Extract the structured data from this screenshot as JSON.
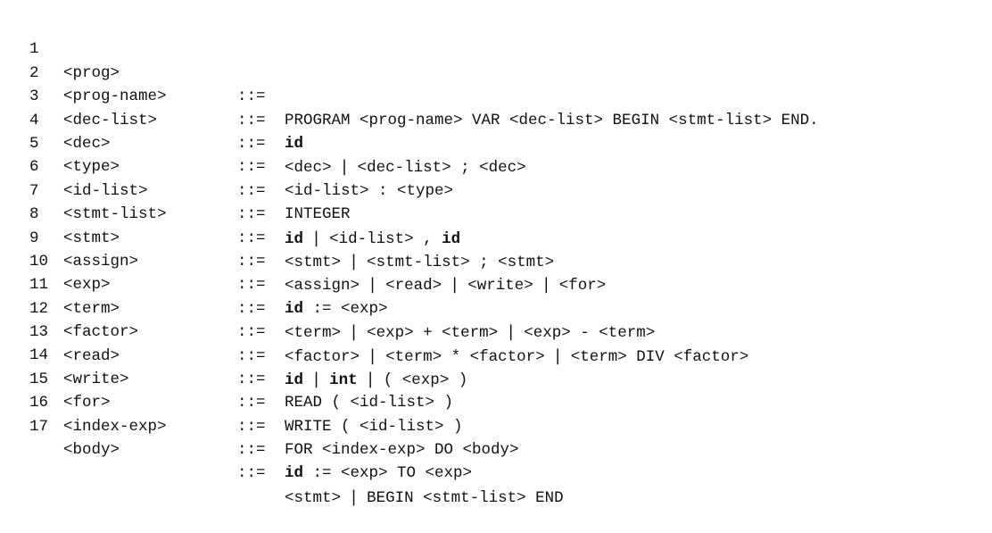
{
  "rules": [
    {
      "num": "1",
      "lhs": "<prog>",
      "op": "::=",
      "rhs": [
        {
          "t": "PROGRAM <prog-name> VAR <dec-list> BEGIN <stmt-list> END."
        }
      ]
    },
    {
      "num": "2",
      "lhs": "<prog-name>",
      "op": "::=",
      "rhs": [
        {
          "t": "id",
          "b": true
        }
      ]
    },
    {
      "num": "3",
      "lhs": "<dec-list>",
      "op": "::=",
      "rhs": [
        {
          "t": "<dec> "
        },
        {
          "t": "|",
          "s": true
        },
        {
          "t": " <dec-list> ; <dec>"
        }
      ]
    },
    {
      "num": "4",
      "lhs": "<dec>",
      "op": "::=",
      "rhs": [
        {
          "t": "<id-list> : <type>"
        }
      ]
    },
    {
      "num": "5",
      "lhs": "<type>",
      "op": "::=",
      "rhs": [
        {
          "t": "INTEGER"
        }
      ]
    },
    {
      "num": "6",
      "lhs": "<id-list>",
      "op": "::=",
      "rhs": [
        {
          "t": "id",
          "b": true
        },
        {
          "t": " "
        },
        {
          "t": "|",
          "s": true
        },
        {
          "t": " <id-list> , "
        },
        {
          "t": "id",
          "b": true
        }
      ]
    },
    {
      "num": "7",
      "lhs": "<stmt-list>",
      "op": "::=",
      "rhs": [
        {
          "t": "<stmt> "
        },
        {
          "t": "|",
          "s": true
        },
        {
          "t": " <stmt-list> ; <stmt>"
        }
      ]
    },
    {
      "num": "8",
      "lhs": "<stmt>",
      "op": "::=",
      "rhs": [
        {
          "t": "<assign> "
        },
        {
          "t": "|",
          "s": true
        },
        {
          "t": " <read> "
        },
        {
          "t": "|",
          "s": true
        },
        {
          "t": " <write> "
        },
        {
          "t": "|",
          "s": true
        },
        {
          "t": " <for>"
        }
      ]
    },
    {
      "num": "9",
      "lhs": "<assign>",
      "op": "::=",
      "rhs": [
        {
          "t": "id",
          "b": true
        },
        {
          "t": " := <exp>"
        }
      ]
    },
    {
      "num": "10",
      "lhs": "<exp>",
      "op": "::=",
      "rhs": [
        {
          "t": "<term> "
        },
        {
          "t": "|",
          "s": true
        },
        {
          "t": " <exp> + <term> "
        },
        {
          "t": "|",
          "s": true
        },
        {
          "t": " <exp> - <term>"
        }
      ]
    },
    {
      "num": "11",
      "lhs": "<term>",
      "op": "::=",
      "rhs": [
        {
          "t": "<factor> "
        },
        {
          "t": "|",
          "s": true
        },
        {
          "t": " <term> * <factor> "
        },
        {
          "t": "|",
          "s": true
        },
        {
          "t": " <term> DIV <factor>"
        }
      ]
    },
    {
      "num": "12",
      "lhs": "<factor>",
      "op": "::=",
      "rhs": [
        {
          "t": "id",
          "b": true
        },
        {
          "t": " "
        },
        {
          "t": "|",
          "s": true
        },
        {
          "t": " "
        },
        {
          "t": "int",
          "b": true
        },
        {
          "t": " "
        },
        {
          "t": "|",
          "s": true
        },
        {
          "t": " ( <exp> )"
        }
      ]
    },
    {
      "num": "13",
      "lhs": "<read>",
      "op": "::=",
      "rhs": [
        {
          "t": "READ ( <id-list> )"
        }
      ]
    },
    {
      "num": "14",
      "lhs": "<write>",
      "op": "::=",
      "rhs": [
        {
          "t": "WRITE ( <id-list> )"
        }
      ]
    },
    {
      "num": "15",
      "lhs": "<for>",
      "op": "::=",
      "rhs": [
        {
          "t": "FOR <index-exp> DO <body>"
        }
      ]
    },
    {
      "num": "16",
      "lhs": "<index-exp>",
      "op": "::=",
      "rhs": [
        {
          "t": "id",
          "b": true
        },
        {
          "t": " := <exp> TO <exp>"
        }
      ]
    },
    {
      "num": "17",
      "lhs": "<body>",
      "op": "::=",
      "rhs": [
        {
          "t": "<stmt> "
        },
        {
          "t": "|",
          "s": true
        },
        {
          "t": " BEGIN <stmt-list> END"
        }
      ]
    }
  ]
}
